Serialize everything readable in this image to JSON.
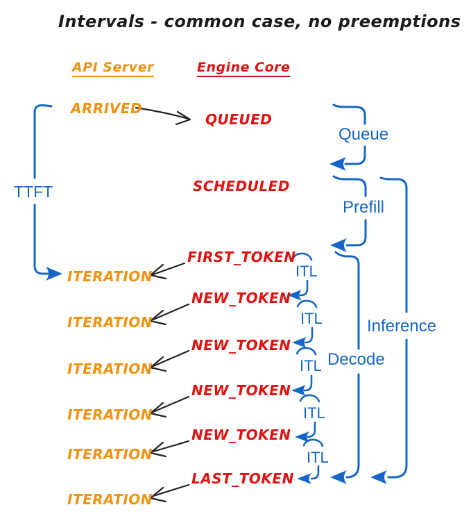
{
  "title": "Intervals - common case, no preemptions",
  "columns": {
    "api_server": "API Server",
    "engine_core": "Engine Core"
  },
  "events": {
    "arrived": "ARRIVED",
    "queued": "QUEUED",
    "scheduled": "SCHEDULED",
    "first_token": "FIRST_TOKEN",
    "new_token": "NEW_TOKEN",
    "last_token": "LAST_TOKEN",
    "iteration": "ITERATION"
  },
  "intervals": {
    "ttft": "TTFT",
    "queue": "Queue",
    "prefill": "Prefill",
    "itl": "ITL",
    "decode": "Decode",
    "inference": "Inference"
  },
  "colors": {
    "api_server": "#EE9311",
    "engine_core": "#DF1212",
    "interval": "#1566C6",
    "arrow": "#222222",
    "background": "#FFFFFF"
  }
}
